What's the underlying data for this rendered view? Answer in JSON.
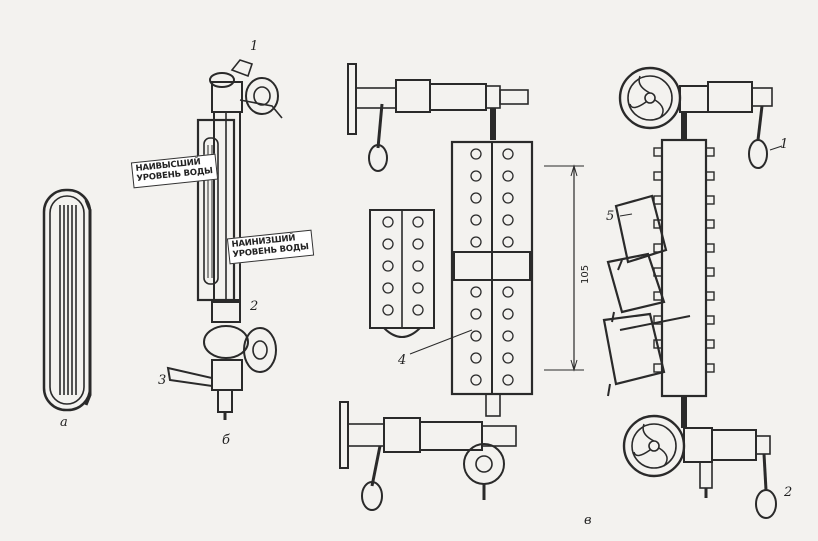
{
  "figure": {
    "labels": {
      "a": "а",
      "b": "б",
      "v": "в"
    },
    "callouts": {
      "n1_top": "1",
      "n2_top": "2",
      "n3": "3",
      "n4": "4",
      "n5": "5",
      "n1_right": "1",
      "n2_right": "2"
    },
    "signs": {
      "highest_line1": "НАИВЫСШИЙ",
      "highest_line2": "УРОВЕНЬ ВОДЫ",
      "lowest_line1": "НАИНИЗШИЙ",
      "lowest_line2": "УРОВЕНЬ ВОДЫ"
    },
    "dimension": "105"
  }
}
